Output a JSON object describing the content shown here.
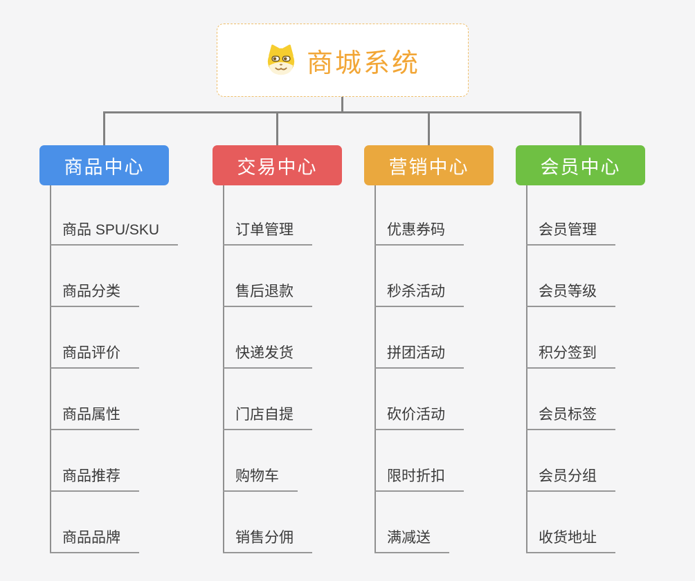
{
  "root": {
    "title": "商城系统",
    "icon": "doge-icon",
    "title_color": "#f2a636",
    "border_color": "#efbe6a"
  },
  "style": {
    "background": "#f5f5f6",
    "connector_color": "#818181",
    "underline_color": "#979797",
    "item_text_color": "#3a3a3a"
  },
  "branches": [
    {
      "label": "商品中心",
      "color": "#4a90e8",
      "items": [
        "商品 SPU/SKU",
        "商品分类",
        "商品评价",
        "商品属性",
        "商品推荐",
        "商品品牌"
      ]
    },
    {
      "label": "交易中心",
      "color": "#e65c5c",
      "items": [
        "订单管理",
        "售后退款",
        "快递发货",
        "门店自提",
        "购物车",
        "销售分佣"
      ]
    },
    {
      "label": "营销中心",
      "color": "#eaa83e",
      "items": [
        "优惠券码",
        "秒杀活动",
        "拼团活动",
        "砍价活动",
        "限时折扣",
        "满减送"
      ]
    },
    {
      "label": "会员中心",
      "color": "#6fc043",
      "items": [
        "会员管理",
        "会员等级",
        "积分签到",
        "会员标签",
        "会员分组",
        "收货地址"
      ]
    }
  ]
}
